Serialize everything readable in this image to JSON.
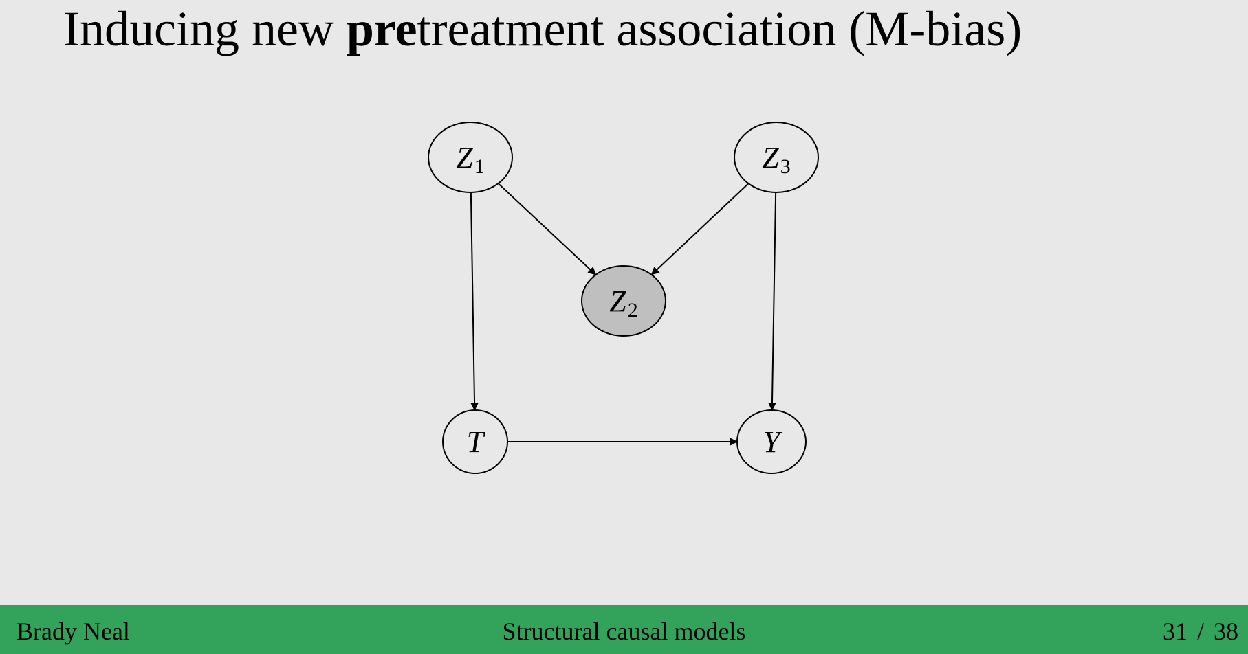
{
  "slide": {
    "title_pre": "Inducing new ",
    "title_bold": "pre",
    "title_post": "treatment association (M-bias)"
  },
  "diagram": {
    "nodes": [
      {
        "id": "Z1",
        "letter": "Z",
        "subscript": "1",
        "shaded": false
      },
      {
        "id": "Z3",
        "letter": "Z",
        "subscript": "3",
        "shaded": false
      },
      {
        "id": "Z2",
        "letter": "Z",
        "subscript": "2",
        "shaded": true
      },
      {
        "id": "T",
        "letter": "T",
        "subscript": "",
        "shaded": false
      },
      {
        "id": "Y",
        "letter": "Y",
        "subscript": "",
        "shaded": false
      }
    ],
    "edges": [
      {
        "from": "Z1",
        "to": "Z2"
      },
      {
        "from": "Z3",
        "to": "Z2"
      },
      {
        "from": "Z1",
        "to": "T"
      },
      {
        "from": "Z3",
        "to": "Y"
      },
      {
        "from": "T",
        "to": "Y"
      }
    ],
    "colors": {
      "node_fill": "#e8e8e8",
      "shaded_fill": "#bfbfbf",
      "stroke": "#000000"
    }
  },
  "footer": {
    "author": "Brady Neal",
    "short_title": "Structural causal models",
    "page_current": "31",
    "page_separator": "/",
    "page_total": "38",
    "bar_color": "#33a35c"
  }
}
